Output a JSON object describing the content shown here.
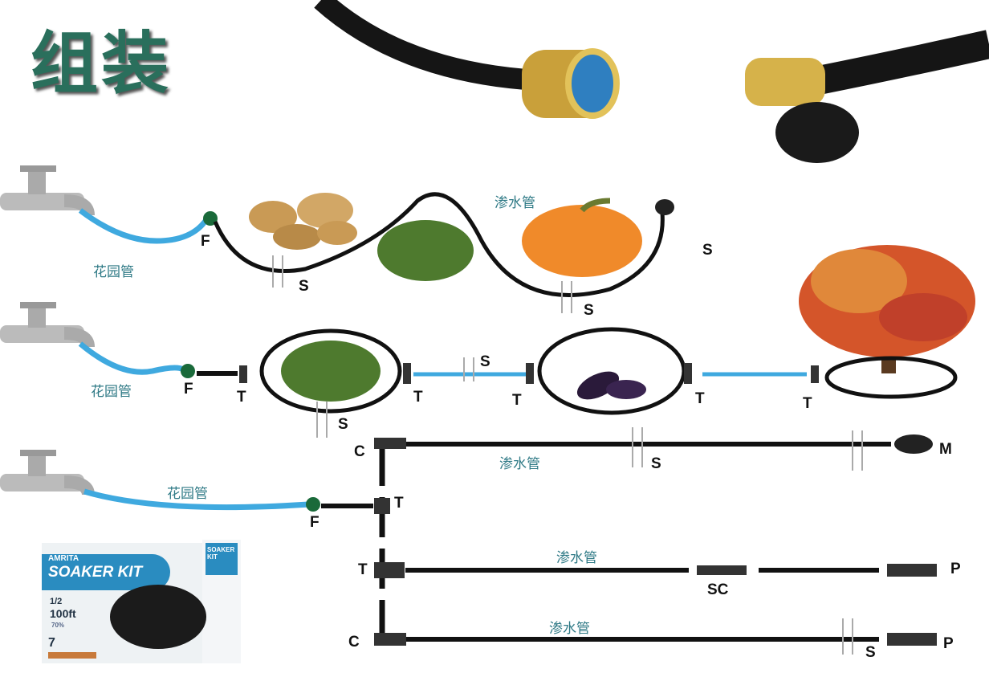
{
  "title": "组装",
  "labels": {
    "garden_hose": "花园管",
    "soaker_hose": "渗水管",
    "F": "F",
    "S": "S",
    "T": "T",
    "C": "C",
    "M": "M",
    "P": "P",
    "SC": "SC"
  },
  "product_box": {
    "brand": "AMRITA",
    "name": "SOAKER KIT",
    "side": "SOAKER KIT",
    "size": "1/2",
    "length": "100ft",
    "percent": "70%",
    "years": "7"
  },
  "colors": {
    "garden_hose": "#3fa9df",
    "soaker_hose": "#111111",
    "title": "#2a6f5c",
    "label": "#2f7a86"
  }
}
